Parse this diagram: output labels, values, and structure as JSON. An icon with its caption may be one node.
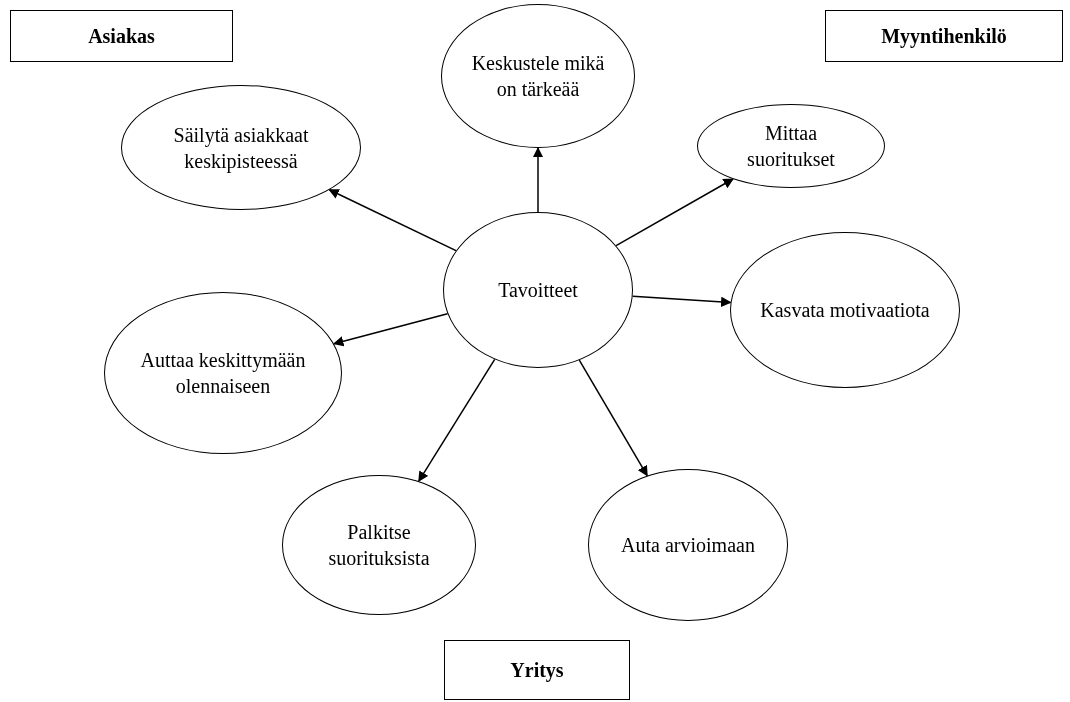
{
  "diagram": {
    "nodes": [
      {
        "text": [
          "Asiakas"
        ]
      },
      {
        "text": [
          "Keskustele mikä on tärkeää"
        ]
      },
      {
        "text": [
          "Myyntihenkilö"
        ]
      },
      {
        "text": [
          "Säilytä asiakkaat keskipisteessä"
        ]
      },
      {
        "text": [
          "Mittaa suoritukset"
        ]
      },
      {
        "text": [
          "Tavoitteet"
        ]
      },
      {
        "text": [
          "Kasvata motivaatiota"
        ]
      },
      {
        "text": [
          "Auttaa keskittymään olennaiseen"
        ]
      },
      {
        "text": [
          "Palkitse suorituksista"
        ]
      },
      {
        "text": [
          "Auta arvioimaan"
        ]
      },
      {
        "text": [
          "Yritys"
        ]
      }
    ],
    "edges": [
      {
        "from": 5,
        "to": 1,
        "arrow": "to"
      },
      {
        "from": 5,
        "to": 4,
        "arrow": "to"
      },
      {
        "from": 5,
        "to": 6,
        "arrow": "to"
      },
      {
        "from": 5,
        "to": 9,
        "arrow": "to"
      },
      {
        "from": 5,
        "to": 8,
        "arrow": "to"
      },
      {
        "from": 5,
        "to": 7,
        "arrow": "to"
      },
      {
        "from": 5,
        "to": 3,
        "arrow": "to"
      }
    ]
  }
}
